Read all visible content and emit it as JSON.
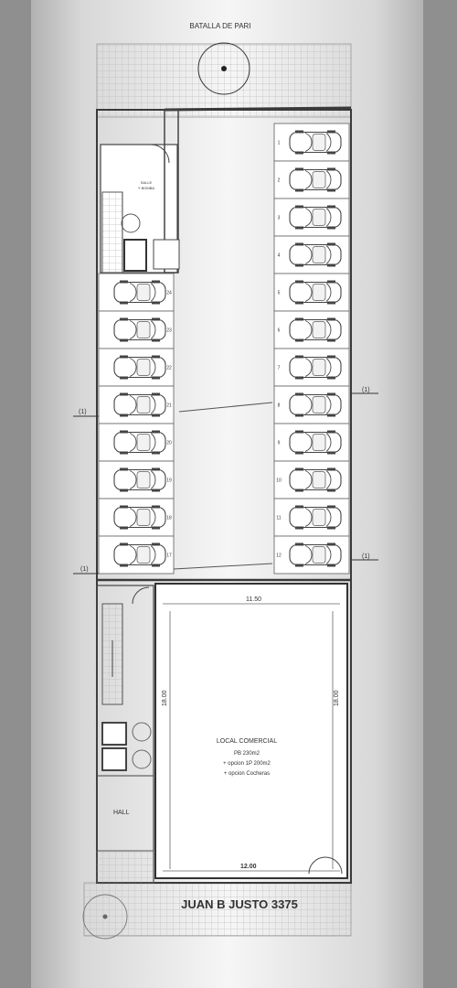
{
  "plan": {
    "street_top": "BATALLA DE PARI",
    "street_bottom_address": "JUAN B JUSTO   3375",
    "section_marks": [
      "(1)",
      "(1)",
      "(1)",
      "(1)"
    ],
    "utility_room": [
      "SALLE",
      "Y BOMBA"
    ],
    "hall": "HALL",
    "local": {
      "title": "LOCAL COMERCIAL",
      "lines": [
        "PB 230m2",
        "+ opcion 1P 200m2",
        "+ opcion Cocheras"
      ]
    },
    "dimensions": {
      "top_width": "11.50",
      "left_depth": "18.00",
      "right_depth": "18.00",
      "bottom_width": "12.00"
    },
    "parking_right": [
      "1",
      "2",
      "3",
      "4",
      "5",
      "6",
      "7",
      "8",
      "9",
      "10",
      "11",
      "12"
    ],
    "parking_left": [
      "24",
      "23",
      "22",
      "21",
      "20",
      "19",
      "18",
      "17"
    ],
    "colors": {
      "background_gray": "#a9a9a9",
      "paper": "#ffffff",
      "line": "#3a3a3a",
      "stall_line": "#6d6d6d"
    }
  }
}
